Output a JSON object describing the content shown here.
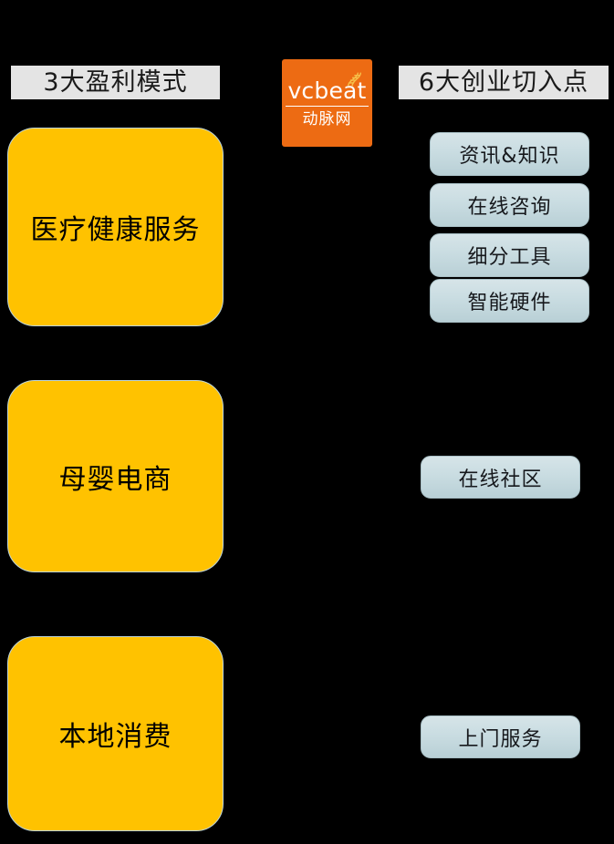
{
  "background_color": "#000000",
  "headers": {
    "left": {
      "label": "3大盈利模式",
      "plate_color": "#e4e4e4"
    },
    "right": {
      "label": "6大创业切入点",
      "plate_color": "#e4e4e4"
    }
  },
  "logo": {
    "wordmark": "vcbeat",
    "subtext": "动脉网",
    "icon_name": "dna-helix-icon",
    "background_color": "#ed6b13",
    "text_color": "#ffffff"
  },
  "profit_modes": {
    "accent_color": "#ffc200",
    "border_color": "#bcd4da",
    "items": [
      {
        "label": "医疗健康服务"
      },
      {
        "label": "母婴电商"
      },
      {
        "label": "本地消费"
      }
    ]
  },
  "entry_points": {
    "button_color": "#cadde2",
    "items": [
      {
        "label": "资讯&知识",
        "group": "医疗健康服务"
      },
      {
        "label": "在线咨询",
        "group": "医疗健康服务"
      },
      {
        "label": "细分工具",
        "group": "医疗健康服务"
      },
      {
        "label": "智能硬件",
        "group": "医疗健康服务"
      },
      {
        "label": "在线社区",
        "group": "母婴电商"
      },
      {
        "label": "上门服务",
        "group": "本地消费"
      }
    ]
  }
}
